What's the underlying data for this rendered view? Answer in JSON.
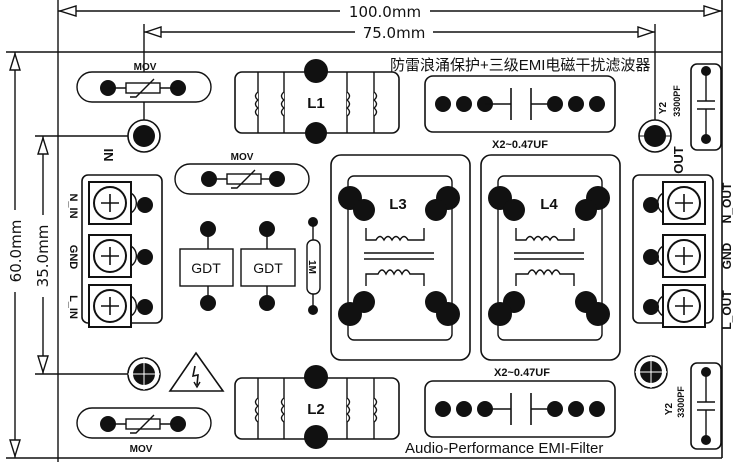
{
  "dimensions": {
    "width_total": "100.0mm",
    "width_holes": "75.0mm",
    "height_total": "60.0mm",
    "height_holes": "35.0mm"
  },
  "board": {
    "title_cn": "防雷浪涌保护+三级EMI电磁干扰滤波器",
    "title_en": "Audio-Performance EMI-Filter",
    "input_label": "IN",
    "output_label": "OUT"
  },
  "components": {
    "mov_top": "MOV",
    "mov_mid": "MOV",
    "mov_bottom": "MOV",
    "inductor_l1": "L1",
    "inductor_l2": "L2",
    "inductor_l3": "L3",
    "inductor_l4": "L4",
    "cap_x2_top": "X2~0.47UF",
    "cap_x2_bottom": "X2~0.47UF",
    "cap_y2_top_name": "Y2",
    "cap_y2_top_value": "3300PF",
    "cap_y2_bottom_name": "Y2",
    "cap_y2_bottom_value": "3300PF",
    "gdt_1": "GDT",
    "gdt_2": "GDT",
    "resistor": "1M"
  },
  "terminals": {
    "input": [
      "N_IN",
      "GND",
      "L_IN"
    ],
    "output": [
      "N_OUT",
      "GND",
      "L_OUT"
    ]
  }
}
